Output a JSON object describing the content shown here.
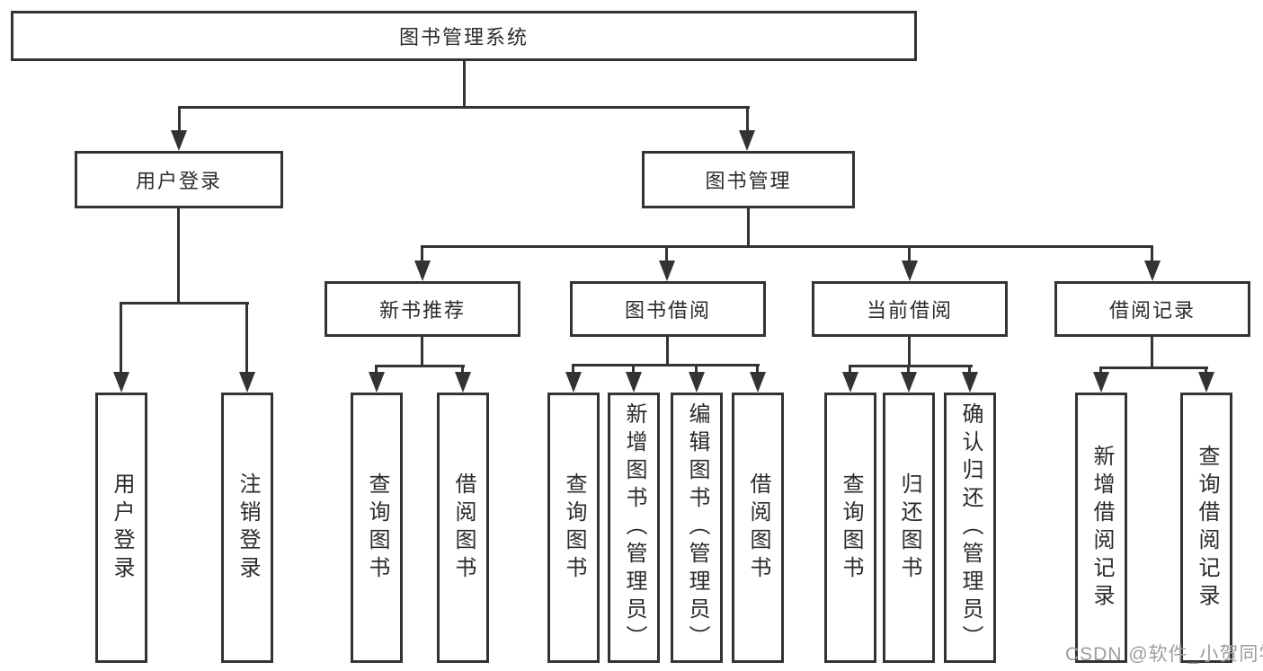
{
  "diagram": {
    "root": {
      "label": "图书管理系统"
    },
    "level2": [
      {
        "id": "user-login",
        "label": "用户登录"
      },
      {
        "id": "book-management",
        "label": "图书管理"
      }
    ],
    "level3": [
      {
        "id": "new-book-recommend",
        "label": "新书推荐"
      },
      {
        "id": "book-borrow",
        "label": "图书借阅"
      },
      {
        "id": "current-borrow",
        "label": "当前借阅"
      },
      {
        "id": "borrow-records",
        "label": "借阅记录"
      }
    ],
    "leaves": [
      {
        "id": "user-login-leaf",
        "label": "用户登录",
        "parent": "user-login"
      },
      {
        "id": "logout",
        "label": "注销登录",
        "parent": "user-login"
      },
      {
        "id": "query-books-recommend",
        "label": "查询图书",
        "parent": "new-book-recommend"
      },
      {
        "id": "borrow-books-recommend",
        "label": "借阅图书",
        "parent": "new-book-recommend"
      },
      {
        "id": "query-books-borrow",
        "label": "查询图书",
        "parent": "book-borrow"
      },
      {
        "id": "add-book-admin",
        "label": "新增图书（管理员）",
        "parent": "book-borrow"
      },
      {
        "id": "edit-book-admin",
        "label": "编辑图书（管理员）",
        "parent": "book-borrow"
      },
      {
        "id": "borrow-books-borrow",
        "label": "借阅图书",
        "parent": "book-borrow"
      },
      {
        "id": "query-books-current",
        "label": "查询图书",
        "parent": "current-borrow"
      },
      {
        "id": "return-books",
        "label": "归还图书",
        "parent": "current-borrow"
      },
      {
        "id": "confirm-return-admin",
        "label": "确认归还（管理员）",
        "parent": "current-borrow"
      },
      {
        "id": "add-borrow-record",
        "label": "新增借阅记录",
        "parent": "borrow-records"
      },
      {
        "id": "query-borrow-record",
        "label": "查询借阅记录",
        "parent": "borrow-records"
      }
    ]
  },
  "watermark": {
    "text": "CSDN @软件_小贺同学"
  },
  "colors": {
    "line": "#333333",
    "box_border": "#333333",
    "text": "#2b2b2e",
    "background": "#ffffff",
    "watermark": "#9d9da0"
  }
}
